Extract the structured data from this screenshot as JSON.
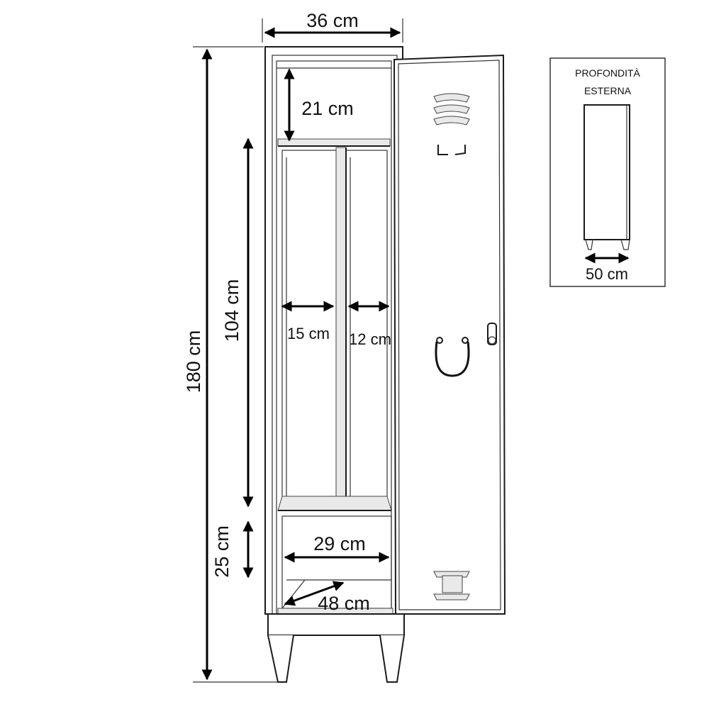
{
  "dimensions": {
    "width_top": "36 cm",
    "total_height": "180 cm",
    "hanging_height": "104 cm",
    "top_shelf_height": "21 cm",
    "bottom_compartment_height": "25 cm",
    "left_section_width": "15 cm",
    "right_section_width": "12 cm",
    "inner_width_bottom": "29 cm",
    "inner_depth_bottom": "48 cm"
  },
  "inset": {
    "title_line1": "PROFONDITÀ",
    "title_line2": "ESTERNA",
    "depth": "50 cm"
  },
  "colors": {
    "line": "#1a1a1a",
    "arrow": "#000000",
    "background": "#ffffff"
  }
}
